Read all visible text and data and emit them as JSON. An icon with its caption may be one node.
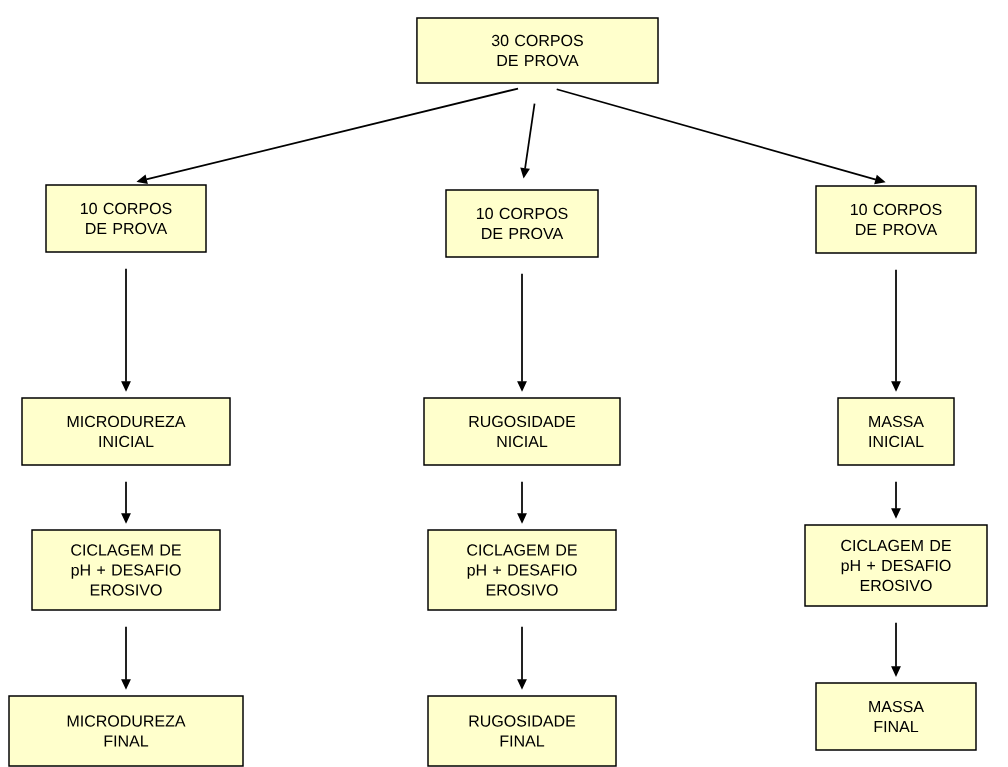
{
  "diagram": {
    "nodes": [
      {
        "text": [
          "30 CORPOS DE PROVA"
        ]
      },
      {
        "text": [
          "10 CORPOS DE PROVA"
        ]
      },
      {
        "text": [
          "10 CORPOS DE PROVA"
        ]
      },
      {
        "text": [
          "10 CORPOS DE PROVA"
        ]
      },
      {
        "text": [
          "MICRODUREZA INICIAL"
        ]
      },
      {
        "text": [
          "RUGOSIDADE NICIAL"
        ]
      },
      {
        "text": [
          "MASSA INICIAL"
        ]
      },
      {
        "text": [
          "CICLAGEM DE pH + DESAFIO EROSIVO"
        ]
      },
      {
        "text": [
          "CICLAGEM DE pH + DESAFIO EROSIVO"
        ]
      },
      {
        "text": [
          "CICLAGEM DE pH + DESAFIO EROSIVO"
        ]
      },
      {
        "text": [
          "MICRODUREZA FINAL"
        ]
      },
      {
        "text": [
          "RUGOSIDADE FINAL"
        ]
      },
      {
        "text": [
          "MASSA FINAL"
        ]
      }
    ],
    "edges": [
      {
        "from": 0,
        "to": 1,
        "arrow": "to"
      },
      {
        "from": 0,
        "to": 2,
        "arrow": "to"
      },
      {
        "from": 0,
        "to": 3,
        "arrow": "to"
      },
      {
        "from": 1,
        "to": 4,
        "arrow": "to"
      },
      {
        "from": 2,
        "to": 5,
        "arrow": "to"
      },
      {
        "from": 3,
        "to": 6,
        "arrow": "to"
      },
      {
        "from": 4,
        "to": 7,
        "arrow": "to"
      },
      {
        "from": 5,
        "to": 8,
        "arrow": "to"
      },
      {
        "from": 6,
        "to": 9,
        "arrow": "to"
      },
      {
        "from": 7,
        "to": 10,
        "arrow": "to"
      },
      {
        "from": 8,
        "to": 11,
        "arrow": "to"
      },
      {
        "from": 9,
        "to": 12,
        "arrow": "to"
      }
    ]
  }
}
